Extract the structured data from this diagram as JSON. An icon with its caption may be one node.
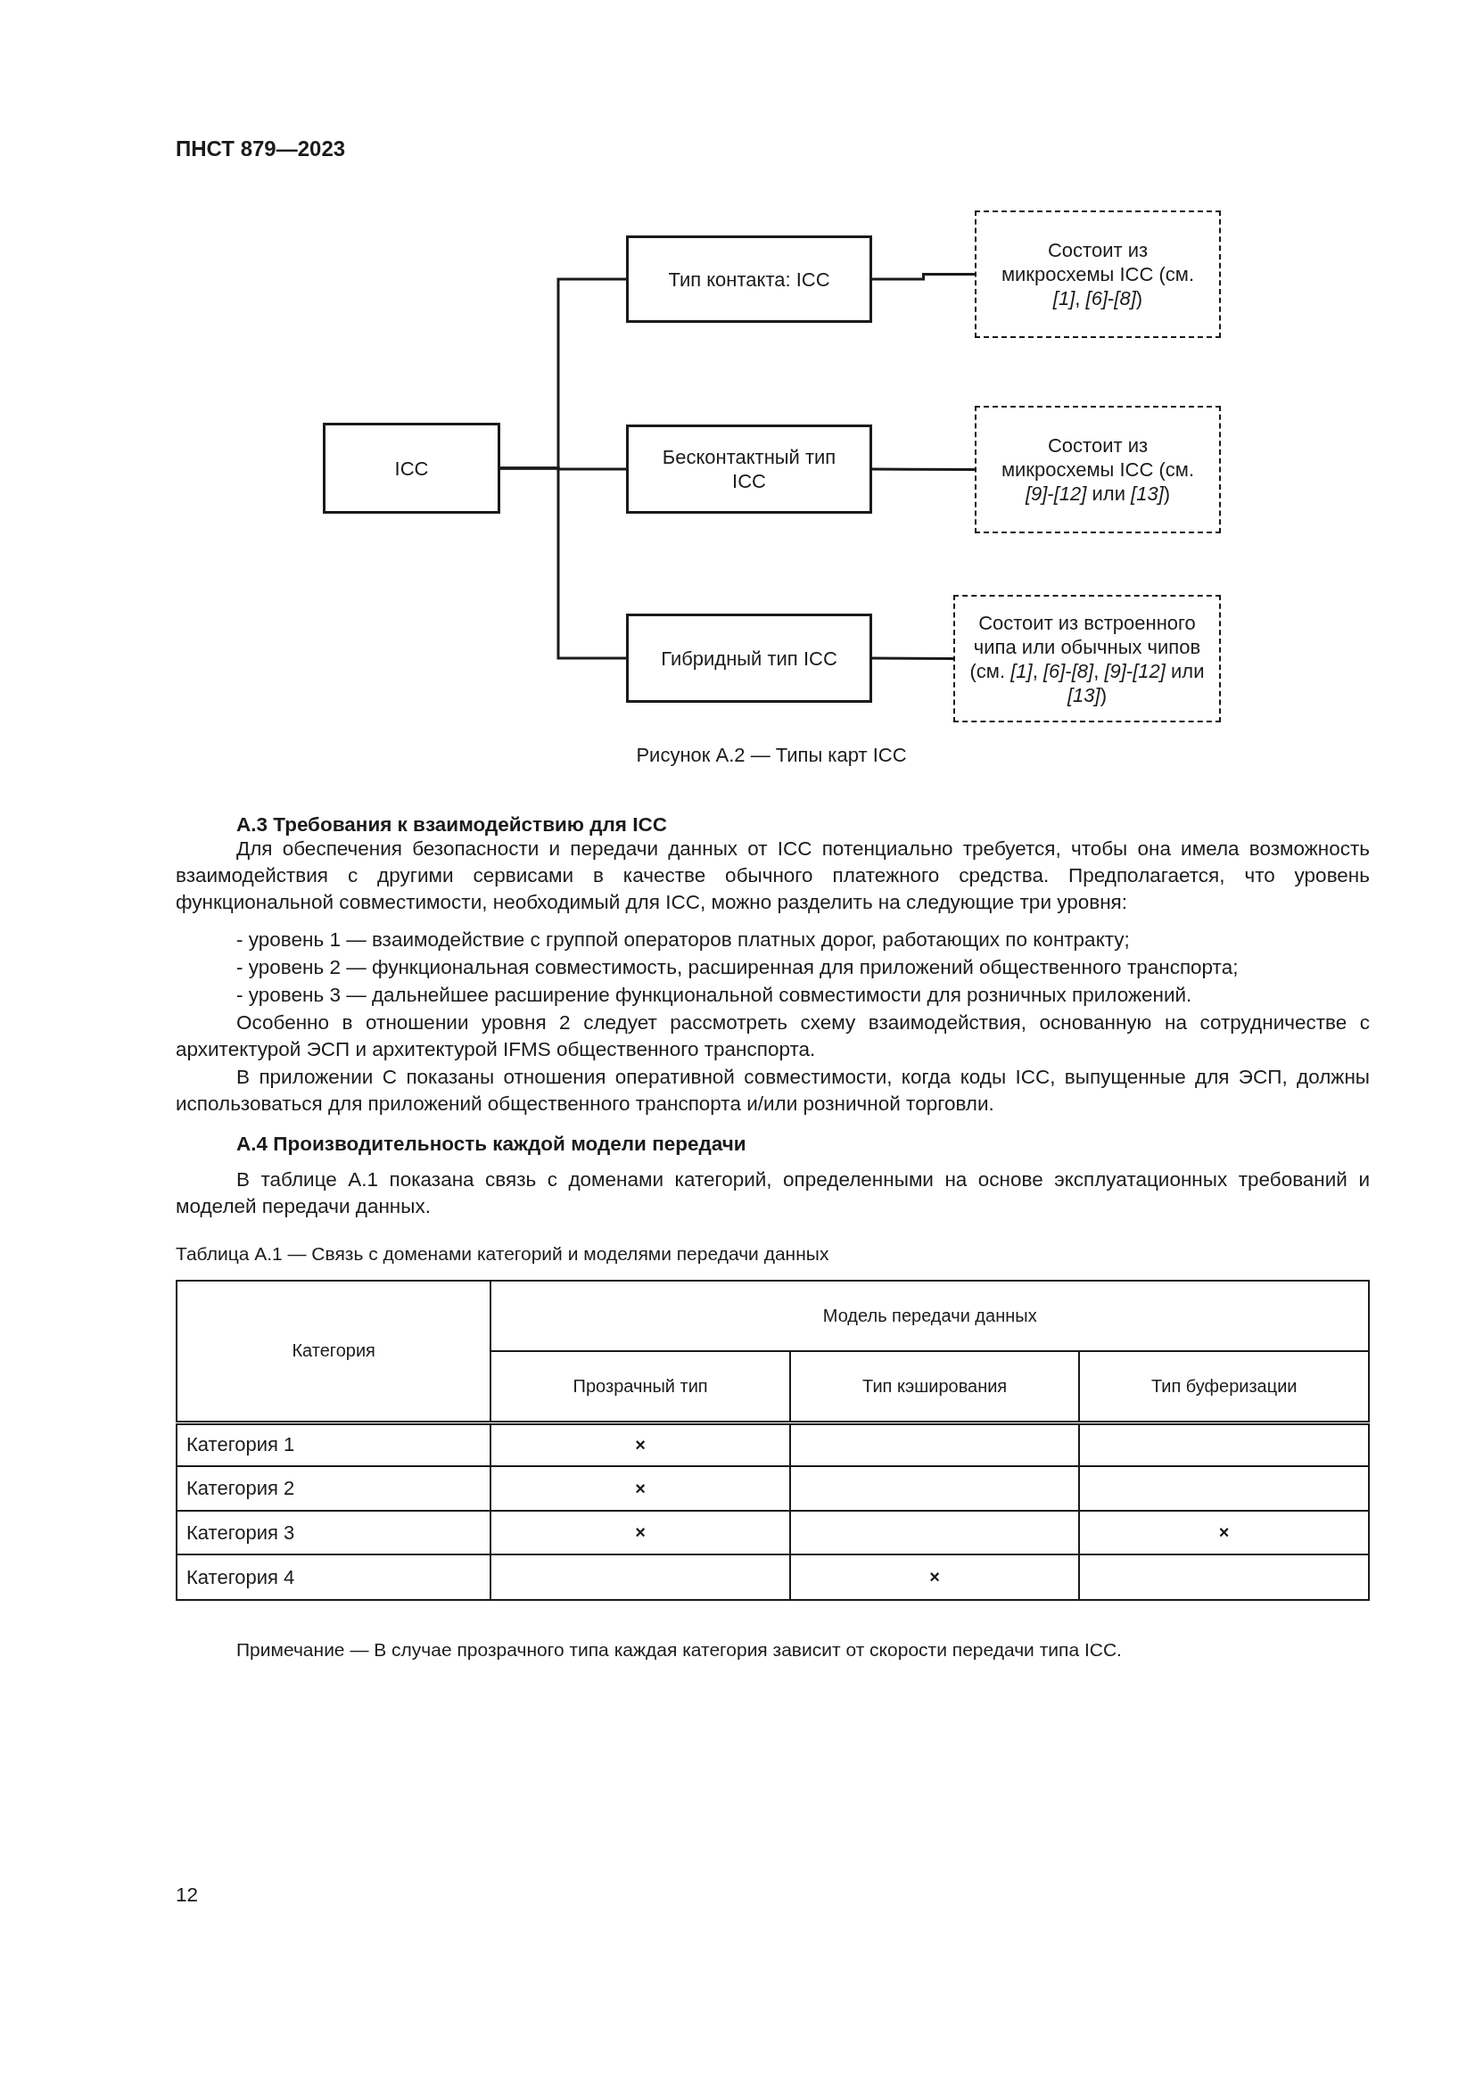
{
  "diagram": {
    "caption": "Рисунок А.2 — Типы карт ICC",
    "nodes": [
      {
        "text": [
          "ICC"
        ]
      },
      {
        "text": [
          "Тип контакта: ICC"
        ]
      },
      {
        "text": [
          "Бесконтактный тип ICC"
        ]
      },
      {
        "text": [
          "Гибридный тип ICC"
        ]
      },
      {
        "text": [
          "Состоит из микросхемы ICC (см. *[1]*, *[6]*-*[8]*)"
        ]
      },
      {
        "text": [
          "Состоит из микросхемы ICC (см. *[9]*-*[12]* или *[13]*)"
        ]
      },
      {
        "text": [
          "Состоит из встроенного чипа или обычных чипов (см. *[1]*, *[6]*-*[8]*, *[9]*-*[12]* или *[13]*)"
        ]
      }
    ],
    "edges": [
      {
        "from": 0,
        "to": 1,
        "arrow": "none"
      },
      {
        "from": 0,
        "to": 2,
        "arrow": "none"
      },
      {
        "from": 0,
        "to": 3,
        "arrow": "none"
      },
      {
        "from": 1,
        "to": 4,
        "arrow": "none"
      },
      {
        "from": 2,
        "to": 5,
        "arrow": "none"
      },
      {
        "from": 3,
        "to": 6,
        "arrow": "none"
      }
    ],
    "labels": [
      "ПНСТ 879—2023",
      "А.3 Требования к взаимодействию для ICC",
      "Для обеспечения безопасности и передачи данных от ICC потенциально требуется, чтобы она имела возможность взаимодействия с другими сервисами в качестве обычного платежного средства. Предполагается, что уровень функциональной совместимости, необходимый для ICC, можно разделить на следующие три уровня:",
      "- уровень 1 — взаимодействие с группой операторов платных дорог, работающих по контракту;",
      "- уровень 2 — функциональная совместимость, расширенная для приложений общественного транспорта;",
      "- уровень 3 — дальнейшее расширение функциональной совместимости для розничных приложений.",
      "Особенно в отношении уровня 2 следует рассмотреть схему взаимодействия, основанную на сотрудничестве с архитектурой ЭСП и архитектурой IFMS общественного транспорта.",
      "В приложении С показаны отношения оперативной совместимости, когда коды ICC, выпущенные для ЭСП, должны использоваться для приложений общественного транспорта и/или розничной торговли.",
      "А.4 Производительность каждой модели передачи",
      "В таблице А.1 показана связь с доменами категорий, определенными на основе эксплуатационных требований и моделей передачи данных.",
      "Таблица А.1 — Связь с доменами категорий и моделями передачи данных",
      "Категория",
      "Модель передачи данных",
      "Прозрачный тип",
      "Тип кэширования",
      "Тип буферизации",
      "Категория 1",
      "×",
      "Категория 2",
      "×",
      "Категория 3",
      "×",
      "×",
      "Категория 4",
      "×",
      "Примечание — В случае прозрачного типа каждая категория зависит от скорости передачи типа ICC.",
      "12"
    ]
  }
}
